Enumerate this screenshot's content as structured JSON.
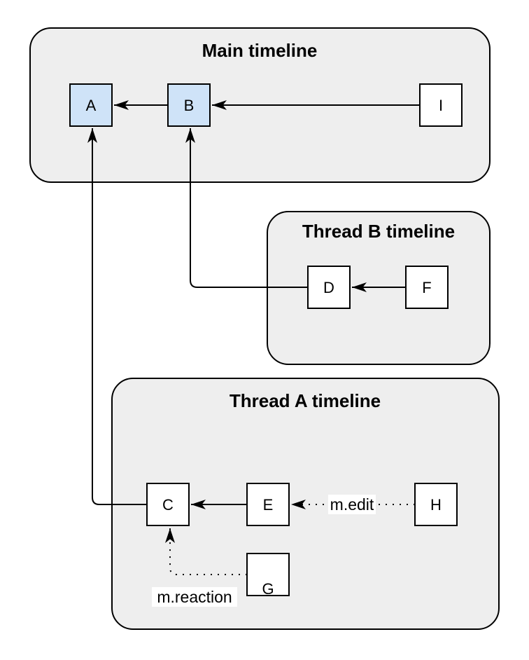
{
  "diagram": {
    "containers": [
      {
        "id": "main",
        "title": "Main timeline",
        "nodes": [
          {
            "label": "A",
            "highlighted": true
          },
          {
            "label": "B",
            "highlighted": true
          },
          {
            "label": "I",
            "highlighted": false
          }
        ]
      },
      {
        "id": "thread_b",
        "title": "Thread B timeline",
        "nodes": [
          {
            "label": "D",
            "highlighted": false
          },
          {
            "label": "F",
            "highlighted": false
          }
        ]
      },
      {
        "id": "thread_a",
        "title": "Thread A timeline",
        "nodes": [
          {
            "label": "C",
            "highlighted": false
          },
          {
            "label": "E",
            "highlighted": false
          },
          {
            "label": "H",
            "highlighted": false
          },
          {
            "label": "G",
            "highlighted": false
          }
        ]
      }
    ],
    "edges": [
      {
        "from": "B",
        "to": "A",
        "style": "solid",
        "label": ""
      },
      {
        "from": "I",
        "to": "B",
        "style": "solid",
        "label": ""
      },
      {
        "from": "F",
        "to": "D",
        "style": "solid",
        "label": ""
      },
      {
        "from": "D",
        "to": "B",
        "style": "solid",
        "label": ""
      },
      {
        "from": "E",
        "to": "C",
        "style": "solid",
        "label": ""
      },
      {
        "from": "H",
        "to": "E",
        "style": "dotted",
        "label": "m.edit"
      },
      {
        "from": "G",
        "to": "C",
        "style": "dotted",
        "label": "m.reaction"
      },
      {
        "from": "C",
        "to": "A",
        "style": "solid",
        "label": ""
      }
    ],
    "colors": {
      "canvas_background": "#ffffff",
      "container_fill": "#eeeeee",
      "container_border": "#000000",
      "node_fill": "#ffffff",
      "highlighted_node_fill": "#cfe3f8",
      "node_border": "#000000",
      "edge_color": "#000000",
      "edge_label_background": "#ffffff"
    }
  }
}
